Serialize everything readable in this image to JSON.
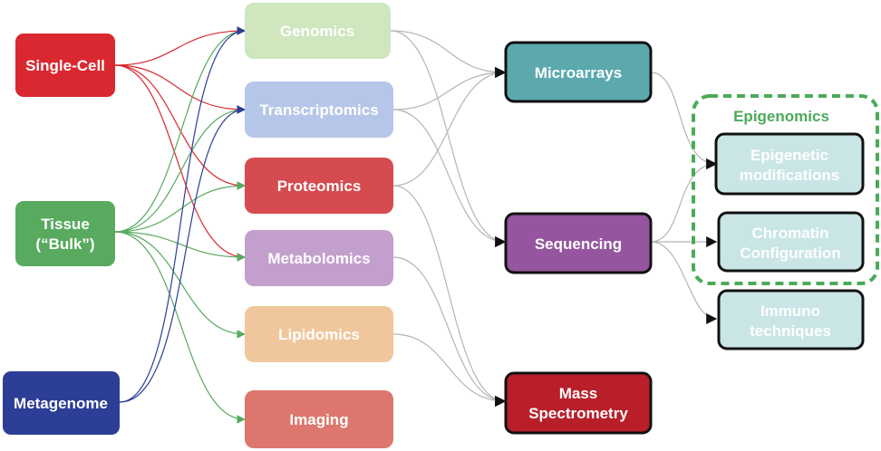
{
  "sources": {
    "single_cell": {
      "label": "Single-Cell",
      "color": "#d9282f"
    },
    "tissue": {
      "line1": "Tissue",
      "line2": "(“Bulk”)",
      "color": "#58aa5f"
    },
    "metagenome": {
      "label": "Metagenome",
      "color": "#2d3e96"
    }
  },
  "omics": {
    "genomics": {
      "label": "Genomics",
      "color": "#cfe6bf"
    },
    "transcriptomics": {
      "label": "Transcriptomics",
      "color": "#b5c6e8"
    },
    "proteomics": {
      "label": "Proteomics",
      "color": "#d64b4f"
    },
    "metabolomics": {
      "label": "Metabolomics",
      "color": "#c39fcd"
    },
    "lipidomics": {
      "label": "Lipidomics",
      "color": "#f0c69c"
    },
    "imaging": {
      "label": "Imaging",
      "color": "#dd776e"
    }
  },
  "technologies": {
    "microarrays": {
      "label": "Microarrays",
      "color": "#5ba9ad"
    },
    "sequencing": {
      "label": "Sequencing",
      "color": "#96559f"
    },
    "mass_spec": {
      "line1": "Mass",
      "line2": "Spectrometry",
      "color": "#b81f29"
    }
  },
  "epigenomics": {
    "title": "Epigenomics",
    "epigenetic": {
      "line1": "Epigenetic",
      "line2": "modifications"
    },
    "chromatin": {
      "line1": "Chromatin",
      "line2": "Configuration"
    },
    "box_color": "#c9e5e6",
    "group_color": "#4caa59"
  },
  "immuno": {
    "line1": "Immuno",
    "line2": "techniques"
  },
  "edge_colors": {
    "single_cell": "#d9282f",
    "tissue": "#58aa5f",
    "metagenome": "#2d3e96",
    "grey": "#b5b5b5"
  }
}
